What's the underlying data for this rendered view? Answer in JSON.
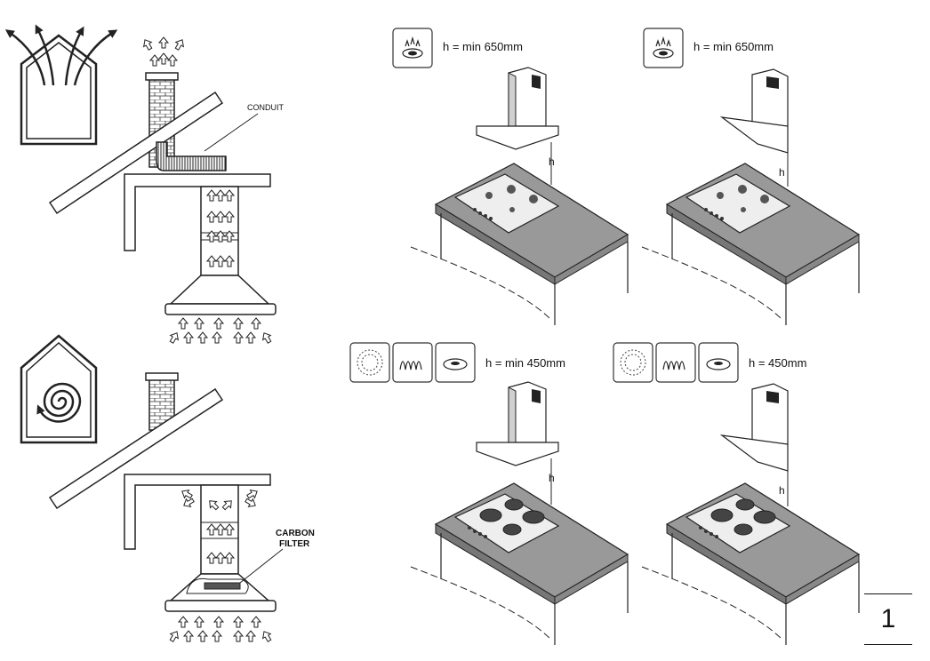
{
  "labels": {
    "conduit": "CONDUIT",
    "carbon_filter_line1": "CARBON",
    "carbon_filter_line2": "FILTER",
    "height_gas_island": "h = min 650mm",
    "height_gas_wall": "h = min 650mm",
    "height_electric_island": "h = min 450mm",
    "height_electric_wall": "h = 450mm",
    "h_marker": "h",
    "page_number": "1"
  },
  "icons": {
    "ducted_house": "house-exhaust-arrows-icon",
    "recirculating_house": "house-spiral-recirculation-icon",
    "gas_burner": "gas-flame-burner-icon",
    "induction": "induction-plate-icon",
    "radiant": "radiant-coil-icon",
    "solid_plate": "solid-hotplate-icon"
  }
}
